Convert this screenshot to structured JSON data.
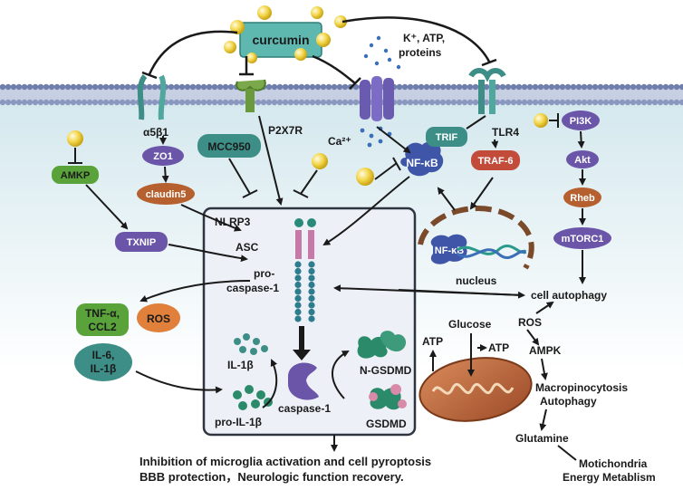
{
  "curcumin": "curcumin",
  "ions": [
    "K⁺, ATP,",
    "proteins"
  ],
  "calcium": "Ca²⁺",
  "receptors": {
    "integrin": "α5β1",
    "p2x7r": "P2X7R",
    "tlr4": "TLR4"
  },
  "left_pathway": {
    "zo1": "ZO1",
    "claudin5": "claudin5",
    "amkp": "AMKP",
    "txnip": "TXNIP",
    "mcc950": "MCC950"
  },
  "right_pathway": {
    "trif": "TRIF",
    "traf6": "TRAF-6",
    "pi3k": "PI3K",
    "akt": "Akt",
    "rheb": "Rheb",
    "mtorc1": "mTORC1"
  },
  "nfkb": "NF-κB",
  "nucleus": "nucleus",
  "inflammasome": {
    "nlrp3": "NLRP3",
    "asc": "ASC",
    "pro_caspase_1": [
      "pro-",
      "caspase-1"
    ],
    "il1b": "IL-1β",
    "pro_il1b": "pro-IL-1β",
    "caspase1": "caspase-1",
    "n_gsdmd": "N-GSDMD",
    "gsdmd": "GSDMD"
  },
  "cytokines": {
    "tnf": [
      "TNF-α,",
      "CCL2"
    ],
    "ros": "ROS",
    "il6": [
      "IL-6,",
      "IL-1β"
    ]
  },
  "metabolism": {
    "cell_autophagy": "cell autophagy",
    "ros": "ROS",
    "glucose": "Glucose",
    "atp_left": "ATP",
    "atp_right": "ATP",
    "ampk": "AMPK",
    "macropinocytosis": [
      "Macropinocytosis",
      "Autophagy"
    ],
    "glutamine": "Glutamine",
    "mito_energy": [
      "Motichondria",
      "Energy Metablism"
    ]
  },
  "outcome": [
    "Inhibition of microglia activation and cell pyroptosis",
    "BBB protection，Neurologic function recovery."
  ],
  "colors": {
    "membrane_top": "#7f8fb8",
    "membrane_bottom": "#a2b0cf",
    "cytoplasm": "#e8f3f6",
    "box_border": "#2e3440",
    "green_pill": "#5aa33a",
    "purple_pill": "#6a55a8",
    "brown_pill": "#b5602e",
    "teal_pill": "#3d8e86",
    "red_pill": "#c24b3a",
    "orange_oval": "#e1803a",
    "curcumin_box": "#5fb8b0",
    "ball_yellow": "#f3d64a",
    "arrow": "#1a1a1a"
  },
  "icons": [
    "yellow-ball-icon",
    "channel-icon",
    "receptor-icon",
    "mitochondria-icon",
    "nucleus-icon",
    "protein-icon"
  ]
}
